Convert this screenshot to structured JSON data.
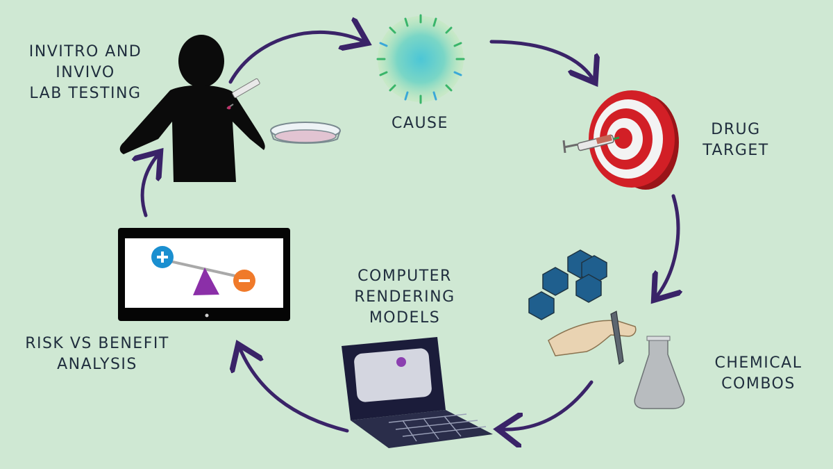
{
  "stages": {
    "lab_testing": {
      "label": "INVITRO AND\nINVIVO\nLAB TESTING",
      "icon": "person-injection-petri-dish-icon"
    },
    "cause": {
      "label": "CAUSE",
      "icon": "virus-icon"
    },
    "drug_target": {
      "label": "DRUG\nTARGET",
      "icon": "target-syringe-icon"
    },
    "chemical_combos": {
      "label": "CHEMICAL\nCOMBOS",
      "icon": "hexagon-molecule-flask-icon"
    },
    "computer_rendering": {
      "label": "COMPUTER\nRENDERING\nMODELS",
      "icon": "laptop-icon"
    },
    "risk_benefit": {
      "label": "RISK VS BENEFIT\nANALYSIS",
      "icon": "monitor-scale-icon"
    }
  },
  "colors": {
    "background": "#cfe8d3",
    "arrow": "#3a2368",
    "text": "#1f2d3d",
    "target_red": "#d21f26",
    "hexagon_blue": "#1f5f8e",
    "plus_blue": "#1a8fd0",
    "minus_orange": "#f07a2a",
    "prism_purple": "#8b2fa8"
  }
}
